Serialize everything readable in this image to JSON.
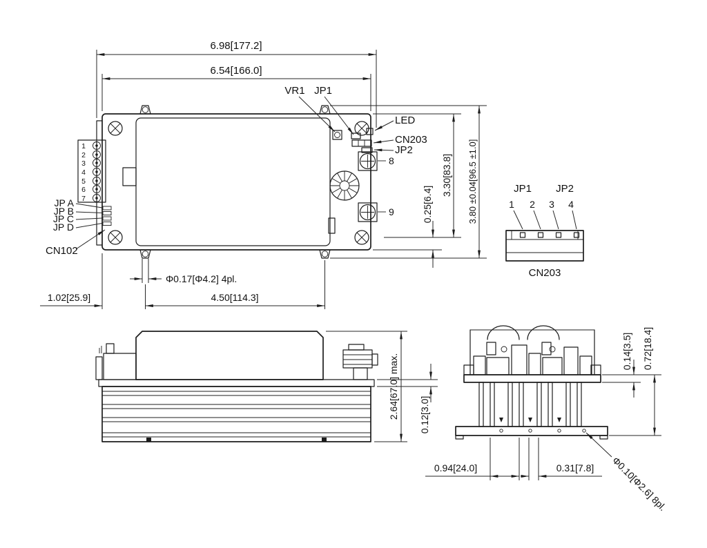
{
  "top_view": {
    "dims": {
      "width_outer": "6.98[177.2]",
      "width_inner": "6.54[166.0]",
      "height_inner": "3.30[83.8]",
      "height_outer": "3.80 ±0.04[96.5 ±1.0]",
      "bottom_offset": "0.25[6.4]",
      "mount_hole": "Φ0.17[Φ4.2] 4pl.",
      "left_offset": "1.02[25.9]",
      "hole_span": "4.50[114.3]"
    },
    "components": {
      "vr1": "VR1",
      "jp1": "JP1",
      "led": "LED",
      "cn203": "CN203",
      "jp2": "JP2",
      "pot8": "8",
      "pot9": "9",
      "cn102": "CN102",
      "jp_a": "JP A",
      "jp_b": "JP B",
      "jp_c": "JP C",
      "jp_d": "JP D"
    },
    "terminal_pins": [
      "1",
      "2",
      "3",
      "4",
      "5",
      "6",
      "7"
    ]
  },
  "connector_detail": {
    "jp1": "JP1",
    "jp2": "JP2",
    "pins": [
      "1",
      "2",
      "3",
      "4"
    ],
    "name": "CN203"
  },
  "side_view": {
    "dims": {
      "overall_height": "2.64[67.0] max.",
      "pcb_thickness": "0.12[3.0]"
    }
  },
  "end_view": {
    "dims": {
      "plate_thickness": "0.14[3.5]",
      "heatsink_height": "0.72[18.4]",
      "hole_pitch": "0.94[24.0]",
      "hole_offset": "0.31[7.8]",
      "base_hole": "Φ0.10[Φ2.6] 8pl."
    }
  }
}
